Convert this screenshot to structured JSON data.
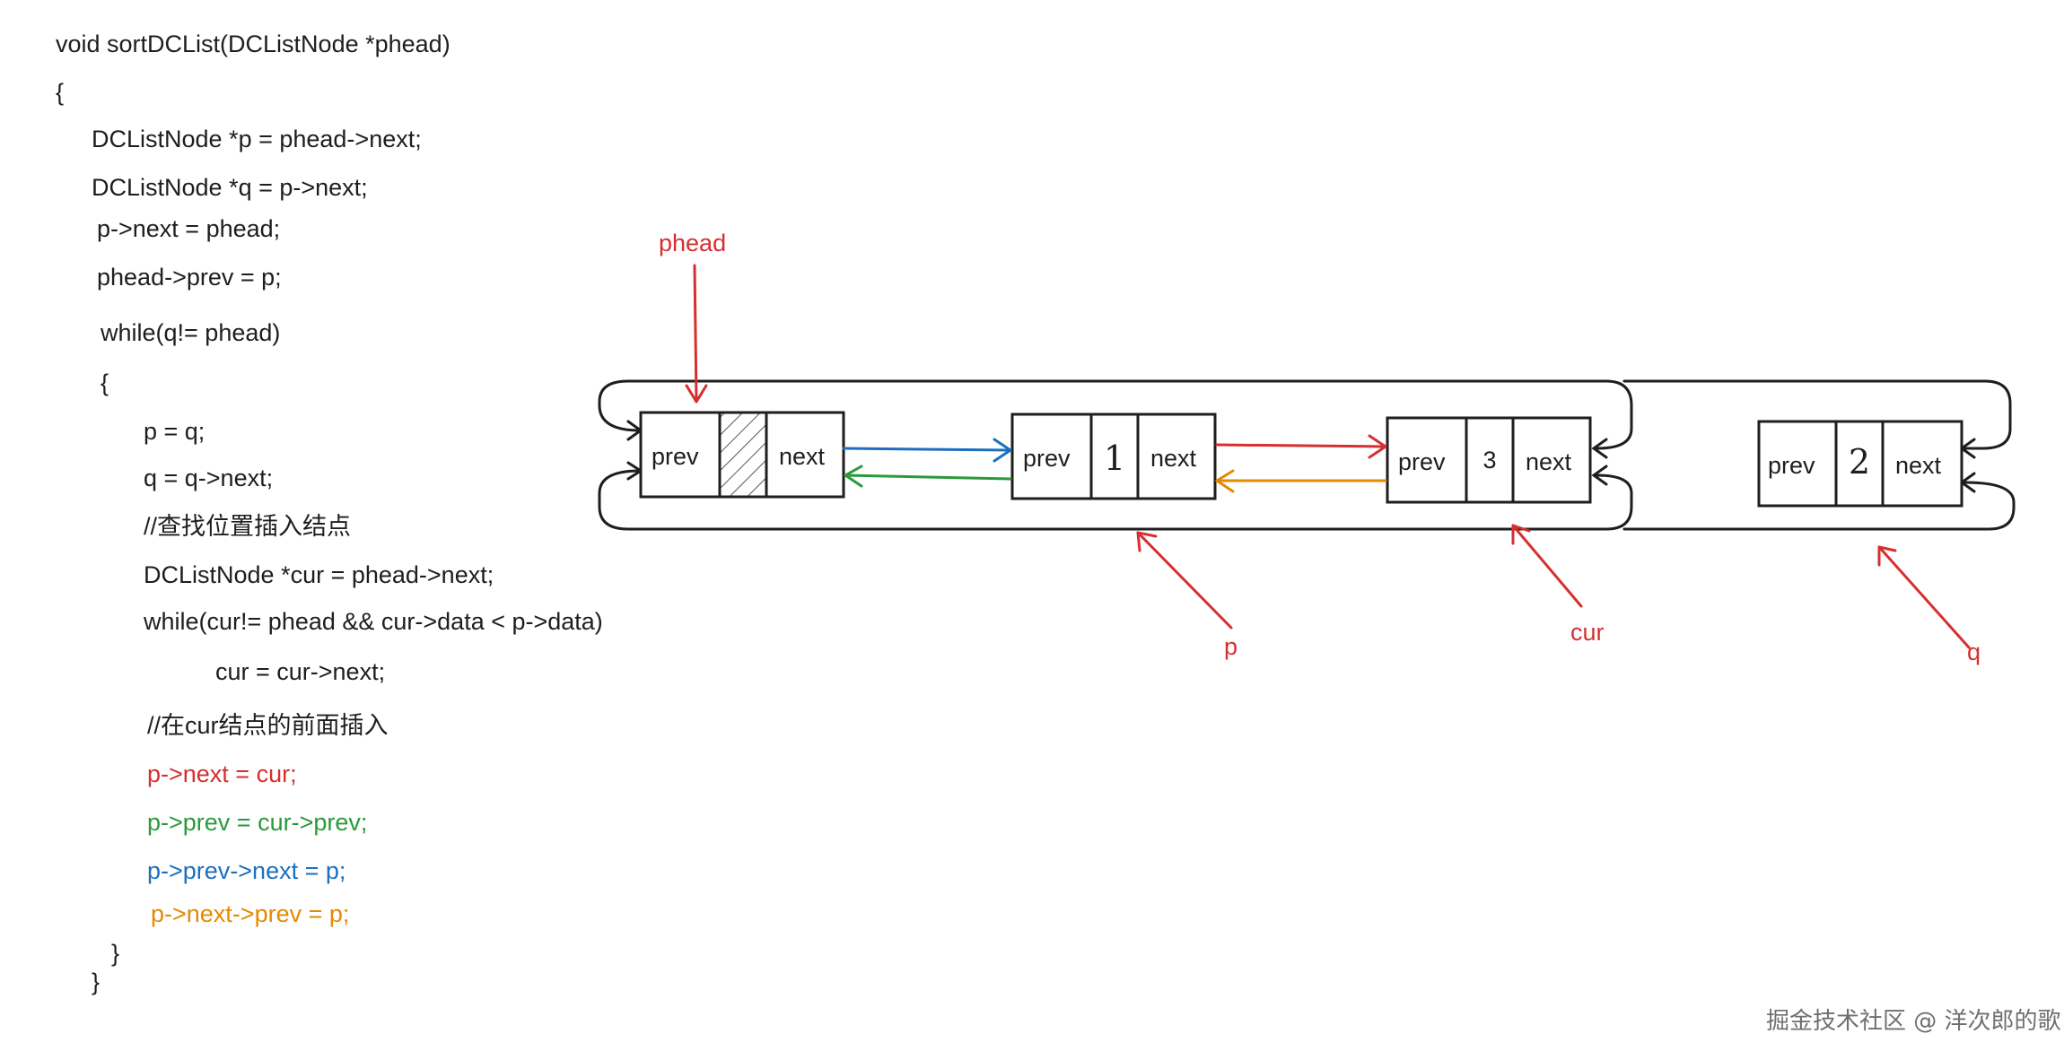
{
  "code": {
    "lines": [
      "void sortDCList(DCListNode *phead)",
      "{",
      "DCListNode *p = phead->next;",
      "DCListNode *q = p->next;",
      "p->next = phead;",
      "phead->prev = p;",
      "while(q!= phead)",
      "{",
      "p = q;",
      "q = q->next;",
      "//查找位置插入结点",
      "DCListNode *cur = phead->next;",
      "while(cur!= phead && cur->data < p->data)",
      "cur = cur->next;",
      "//在cur结点的前面插入",
      "p->next = cur;",
      "p->prev = cur->prev;",
      "p->prev->next = p;",
      "p->next->prev = p;",
      "}",
      "}"
    ]
  },
  "diagram": {
    "nodes": [
      {
        "prev": "prev",
        "data": "",
        "next": "next",
        "pointer": "phead"
      },
      {
        "prev": "prev",
        "data": "1",
        "next": "next",
        "pointer": "p"
      },
      {
        "prev": "prev",
        "data": "3",
        "next": "next",
        "pointer": "cur"
      },
      {
        "prev": "prev",
        "data": "2",
        "next": "next",
        "pointer": "q"
      }
    ]
  },
  "colors": {
    "red": "#d62f2f",
    "green": "#2a9a3a",
    "blue": "#1c6fbf",
    "orange": "#e58a00",
    "ink": "#1e1e1e",
    "watermark": "#6f6f6f"
  },
  "watermark": "掘金技术社区 @ 洋次郎的歌"
}
